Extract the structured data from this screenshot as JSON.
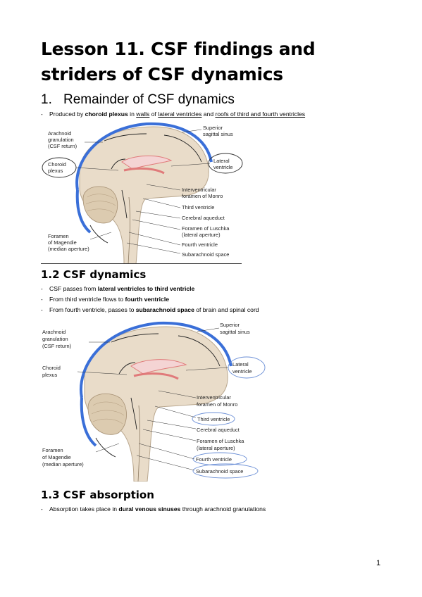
{
  "title": "Lesson 11. CSF findings and striders of CSF dynamics",
  "section1": {
    "number": "1.",
    "heading": "Remainder of CSF dynamics",
    "bullet": {
      "p1": "Produced by ",
      "b1": "choroid plexus",
      "p2": " in ",
      "u1": "walls",
      "p3": " of ",
      "u2": "lateral ventricles",
      "p4": " and ",
      "u3": "roofs of third and fourth ventricles"
    }
  },
  "figure1": {
    "labels": {
      "arachnoid": [
        "Arachnoid",
        "granulation",
        "(CSF return)"
      ],
      "choroid": [
        "Choroid",
        "plexus"
      ],
      "foramen_magendie": [
        "Foramen",
        "of Magendie",
        "(median aperture)"
      ],
      "superior": [
        "Superior",
        "sagittal sinus"
      ],
      "lateral": [
        "Lateral",
        "ventricle"
      ],
      "interventricular": [
        "Interventricular",
        "foramen of Monro"
      ],
      "third": "Third ventricle",
      "aqueduct": "Cerebral aqueduct",
      "luschka": [
        "Foramen of Luschka",
        "(lateral aperture)"
      ],
      "fourth": "Fourth ventricle",
      "subarachnoid": "Subarachnoid space"
    }
  },
  "section2": {
    "heading": "1.2 CSF dynamics",
    "bullets": [
      {
        "p1": "CSF passes from ",
        "b1": "lateral ventricles to third ventricle",
        "p2": ""
      },
      {
        "p1": "From third ventricle flows to ",
        "b1": "fourth ventricle",
        "p2": ""
      },
      {
        "p1": "From fourth ventricle, passes to ",
        "b1": "subarachnoid space",
        "p2": " of brain and spinal cord"
      }
    ]
  },
  "section3": {
    "heading": "1.3 CSF absorption",
    "bullet": {
      "p1": "Absorption takes place in ",
      "b1": "dural venous sinuses",
      "p2": " through arachnoid granulations"
    }
  },
  "page_number": "1",
  "colors": {
    "csf_blue": "#3a6fd8",
    "brain": "#e9dcc9",
    "pink": "#e07a7a",
    "circle": "#6b8fd6"
  }
}
